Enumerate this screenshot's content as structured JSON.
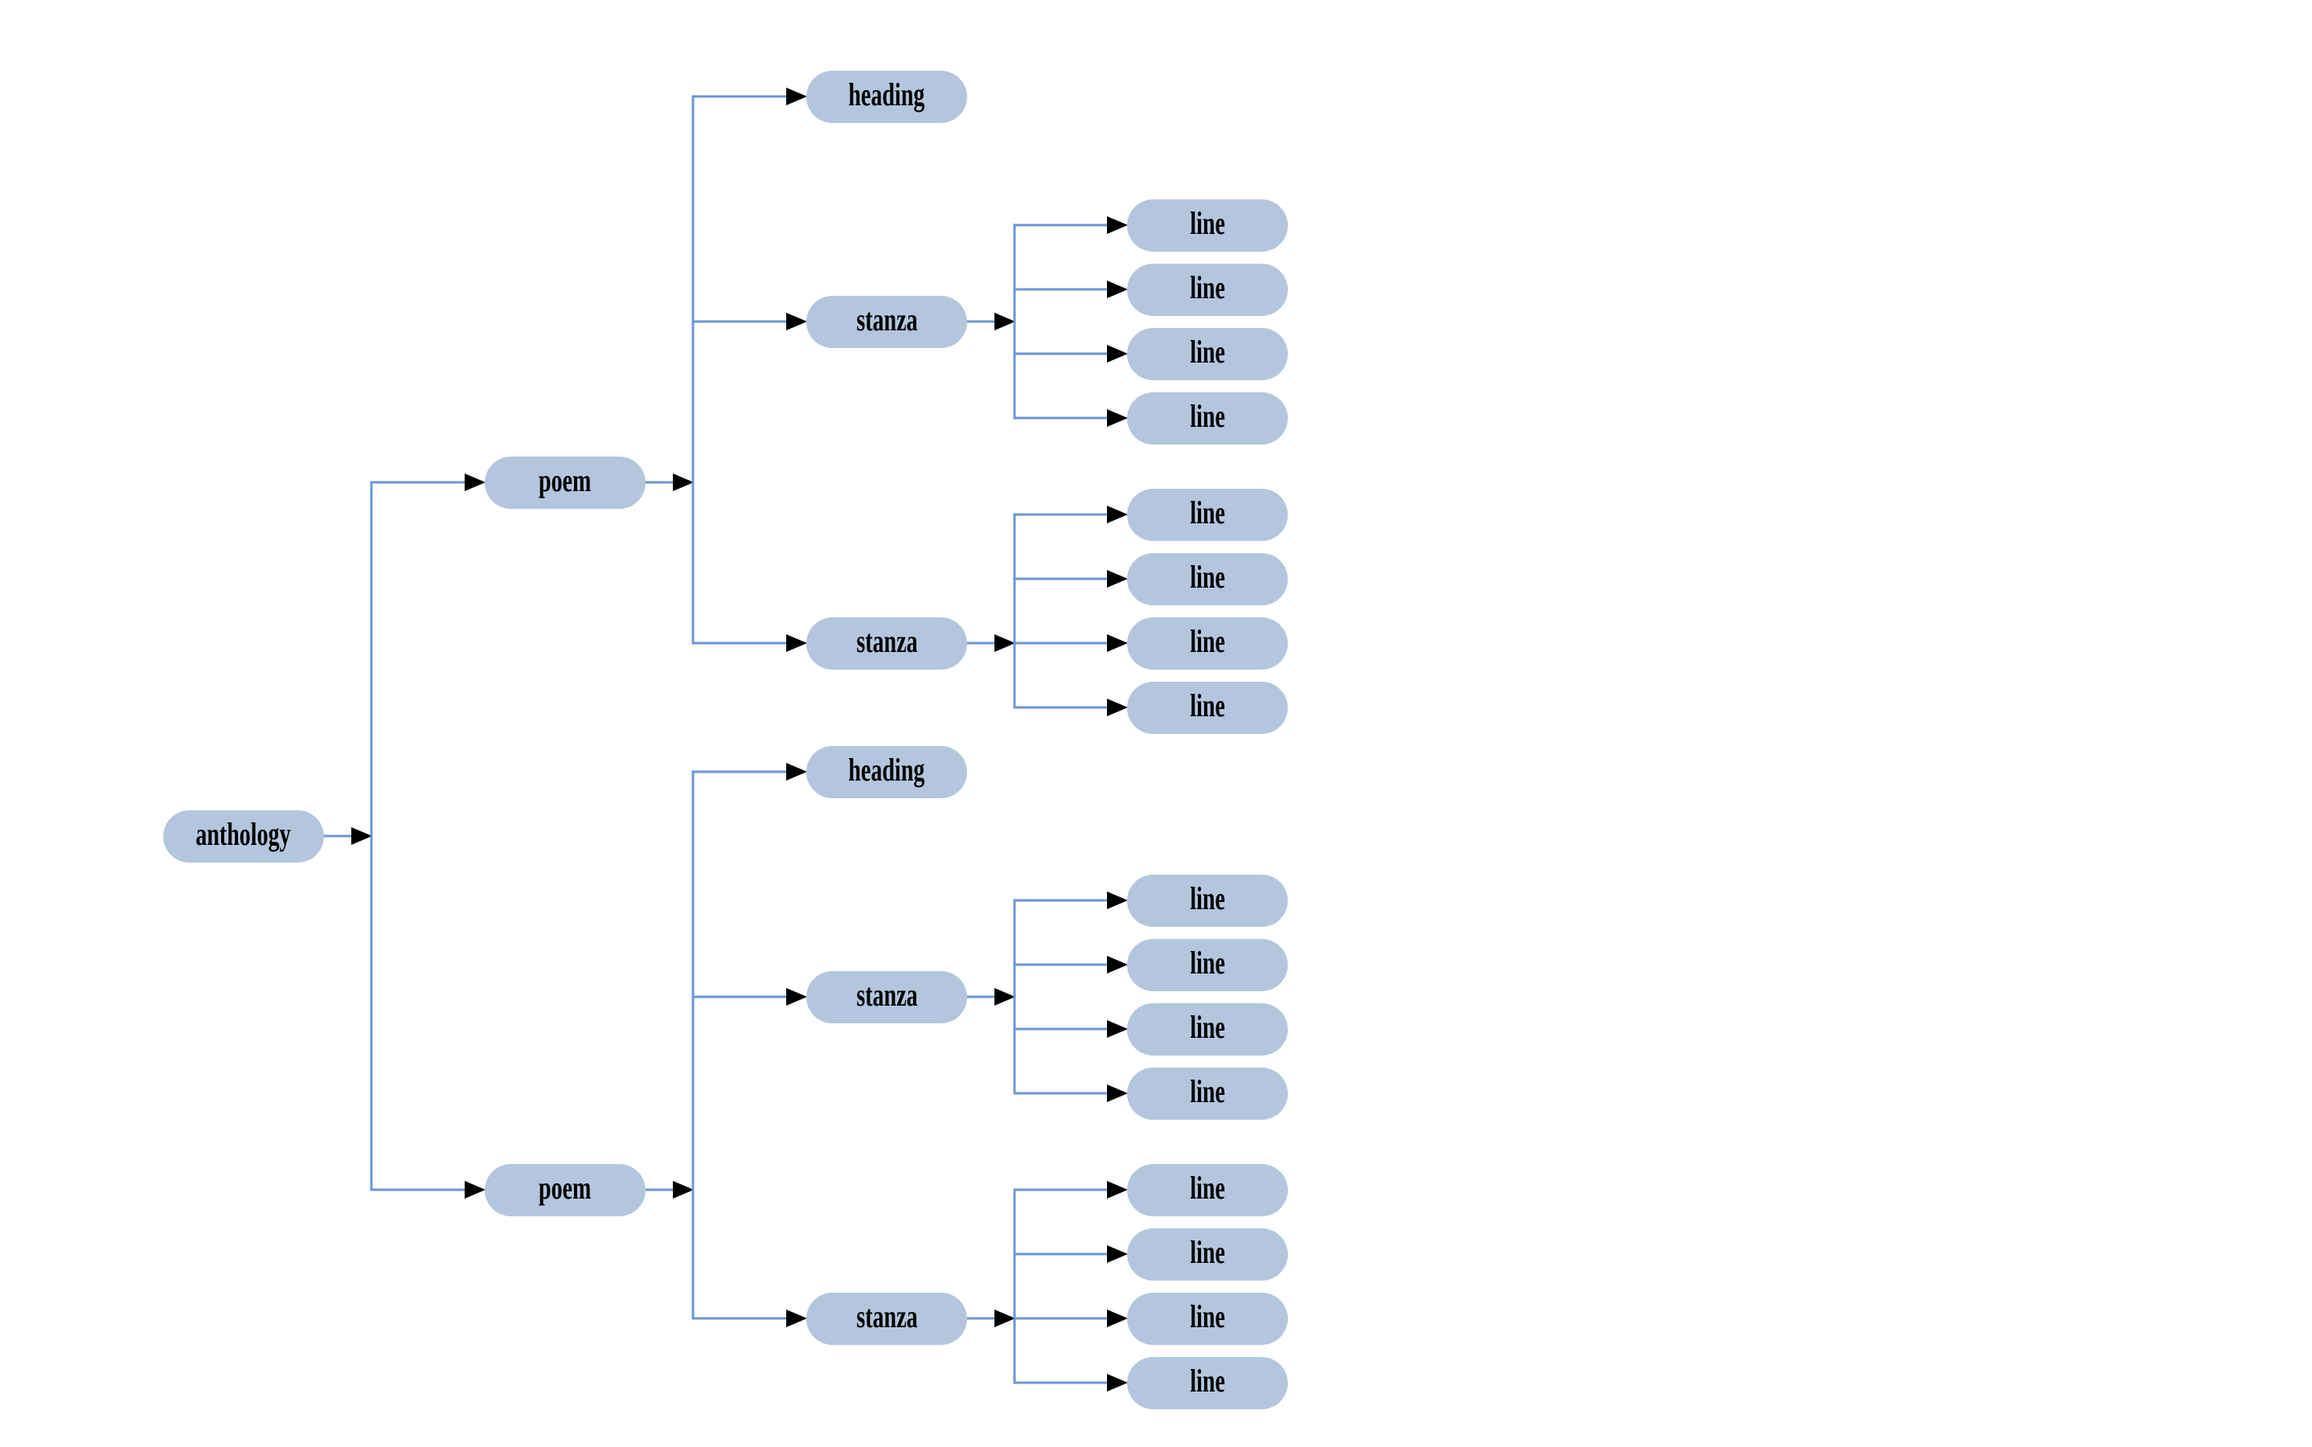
{
  "diagram": {
    "type": "tree",
    "colors": {
      "background": "#ffffff",
      "node_fill": "#b3c6de",
      "edge": "#6d96d6",
      "arrow": "#000000",
      "text": "#000000"
    },
    "tree": {
      "label": "anthology",
      "children": [
        {
          "label": "poem",
          "children": [
            {
              "label": "heading",
              "children": []
            },
            {
              "label": "stanza",
              "children": [
                {
                  "label": "line",
                  "children": []
                },
                {
                  "label": "line",
                  "children": []
                },
                {
                  "label": "line",
                  "children": []
                },
                {
                  "label": "line",
                  "children": []
                }
              ]
            },
            {
              "label": "stanza",
              "children": [
                {
                  "label": "line",
                  "children": []
                },
                {
                  "label": "line",
                  "children": []
                },
                {
                  "label": "line",
                  "children": []
                },
                {
                  "label": "line",
                  "children": []
                }
              ]
            }
          ]
        },
        {
          "label": "poem",
          "children": [
            {
              "label": "heading",
              "children": []
            },
            {
              "label": "stanza",
              "children": [
                {
                  "label": "line",
                  "children": []
                },
                {
                  "label": "line",
                  "children": []
                },
                {
                  "label": "line",
                  "children": []
                },
                {
                  "label": "line",
                  "children": []
                }
              ]
            },
            {
              "label": "stanza",
              "children": [
                {
                  "label": "line",
                  "children": []
                },
                {
                  "label": "line",
                  "children": []
                },
                {
                  "label": "line",
                  "children": []
                },
                {
                  "label": "line",
                  "children": []
                }
              ]
            }
          ]
        }
      ]
    }
  }
}
